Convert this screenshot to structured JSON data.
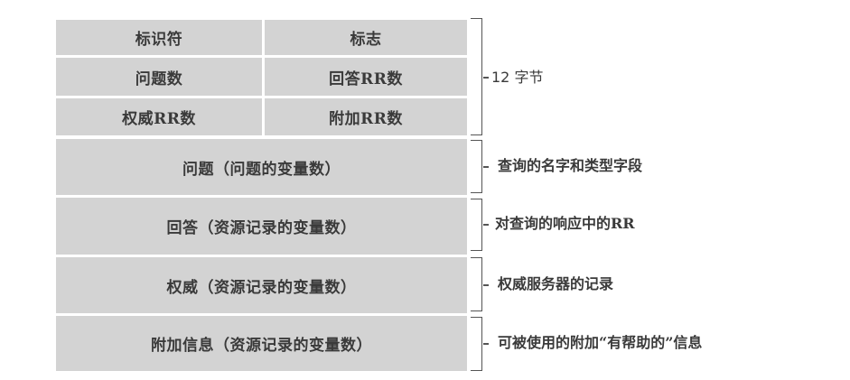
{
  "figure": {
    "header_rows": [
      {
        "left": "标识符",
        "right": "标志"
      },
      {
        "left": "问题数",
        "right": "回答RR数"
      },
      {
        "left": "权威RR数",
        "right": "附加RR数"
      }
    ],
    "body_rows": [
      {
        "label": "问题（问题的变量数）"
      },
      {
        "label": "回答（资源记录的变量数）"
      },
      {
        "label": "权威（资源记录的变量数）"
      },
      {
        "label": "附加信息（资源记录的变量数）"
      }
    ],
    "annotations": [
      {
        "text": "12 字节"
      },
      {
        "text": "查询的名字和类型字段"
      },
      {
        "text": "对查询的响应中的RR"
      },
      {
        "text": "权威服务器的记录"
      },
      {
        "text": "可被使用的附加“有帮助的”信息"
      }
    ],
    "colors": {
      "cell_fill": "#d3d3d3",
      "text": "#3a3a3a",
      "brace": "#555555"
    }
  }
}
